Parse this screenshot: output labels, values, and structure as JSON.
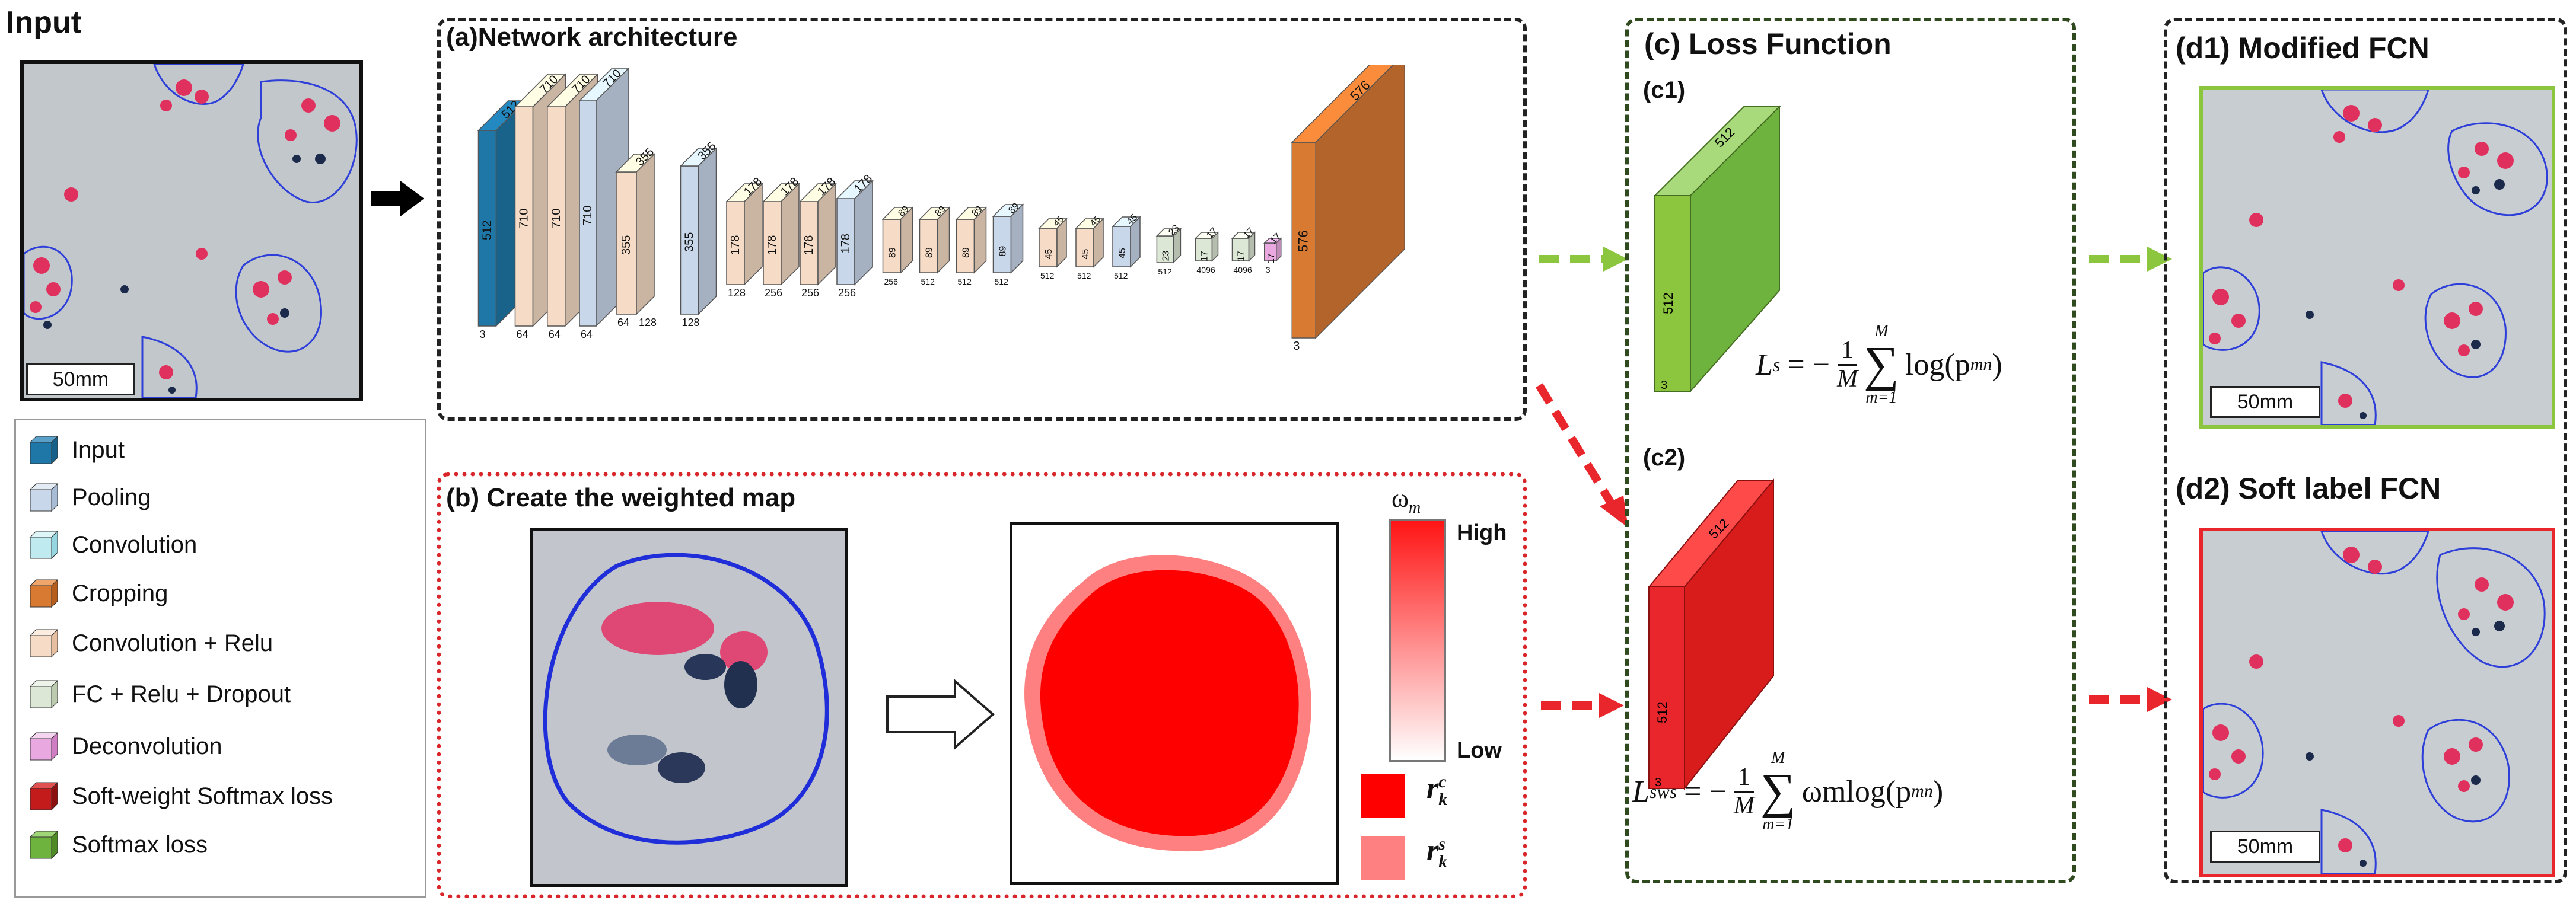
{
  "panels": {
    "input": "Input",
    "a": "(a)Network architecture",
    "b": "(b) Create the weighted map",
    "c": "(c) Loss Function",
    "c1": "(c1)",
    "c2": "(c2)",
    "d1": "(d1) Modified FCN",
    "d2": "(d2) Soft label FCN"
  },
  "scalebars": {
    "input": "50mm",
    "d1": "50mm",
    "d2": "50mm"
  },
  "legend": [
    {
      "label": "Input",
      "color": "#1f77a8",
      "icon": "input-block-icon"
    },
    {
      "label": "Pooling",
      "color": "#c9d7ea",
      "icon": "pooling-block-icon"
    },
    {
      "label": "Convolution",
      "color": "#bfeaf0",
      "icon": "convolution-block-icon"
    },
    {
      "label": "Cropping",
      "color": "#d97a33",
      "icon": "cropping-block-icon"
    },
    {
      "label": "Convolution + Relu",
      "color": "#f6dcc6",
      "icon": "conv-relu-block-icon"
    },
    {
      "label": "FC + Relu + Dropout",
      "color": "#dde7d5",
      "icon": "fc-block-icon"
    },
    {
      "label": "Deconvolution",
      "color": "#e9a9e0",
      "icon": "deconvolution-block-icon"
    },
    {
      "label": "Soft-weight Softmax loss",
      "color": "#c31b1b",
      "icon": "soft-weight-loss-block-icon"
    },
    {
      "label": "Softmax loss",
      "color": "#6fb33f",
      "icon": "softmax-loss-block-icon"
    }
  ],
  "network_labels": {
    "input": [
      "512",
      "512",
      "3"
    ],
    "l1": [
      "710",
      "710",
      "64"
    ],
    "l2": [
      "710",
      "710",
      "64"
    ],
    "p1": [
      "710",
      "710",
      "64"
    ],
    "l3": [
      "355",
      "355",
      "64",
      "128"
    ],
    "p2": [
      "355",
      "355",
      "128"
    ],
    "l4": [
      "178",
      "178",
      "128"
    ],
    "l5": [
      "178",
      "178",
      "256"
    ],
    "l6": [
      "178",
      "178",
      "256"
    ],
    "p3": [
      "178",
      "178",
      "256"
    ],
    "l7": [
      "89",
      "89",
      "256"
    ],
    "l8": [
      "89",
      "89",
      "512"
    ],
    "l9": [
      "89",
      "89",
      "512"
    ],
    "p4": [
      "89",
      "89",
      "512"
    ],
    "l10": [
      "45",
      "45",
      "512"
    ],
    "l11": [
      "45",
      "45",
      "512"
    ],
    "p5": [
      "45",
      "45",
      "512"
    ],
    "fc1": [
      "23",
      "23",
      "512"
    ],
    "fc2": [
      "17",
      "17",
      "4096"
    ],
    "fc3": [
      "17",
      "17",
      "4096"
    ],
    "deconv": [
      "17",
      "17",
      "3"
    ],
    "crop": [
      "576",
      "576",
      "3"
    ]
  },
  "loss_blocks": {
    "c1": [
      "512",
      "512",
      "3"
    ],
    "c2": [
      "512",
      "512",
      "3"
    ]
  },
  "weight_legend": {
    "omega": "ωm",
    "high": "High",
    "low": "Low",
    "rc": "r",
    "rc_sup": "c",
    "rc_sub": "k",
    "rs": "r",
    "rs_sup": "s",
    "rs_sub": "k"
  },
  "formulas": {
    "ls_lhs": "L",
    "ls_lhs_sub": "s",
    "ls_rhs": "= −",
    "ls_frac_num": "1",
    "ls_frac_den": "M",
    "sum_top": "M",
    "sum_bottom": "m=1",
    "ls_term": "log(p",
    "term_sub": "mn",
    "term_close": ")",
    "lsws_lhs": "L",
    "lsws_lhs_sub": "sws",
    "lsws_term": "ωmlog(p"
  },
  "colors": {
    "input_block": "#1f77a8",
    "conv_relu": "#f6dcc6",
    "pooling": "#c9d7ea",
    "fc": "#dde7d5",
    "deconv": "#e9a9e0",
    "crop": "#d97a33",
    "softmax_loss": "#6fb33f",
    "softweight_loss": "#d8262b",
    "green_arrow": "#8cc63f",
    "red_arrow": "#e8262b",
    "red_core": "#ff0000",
    "red_soft": "#ff8080"
  }
}
